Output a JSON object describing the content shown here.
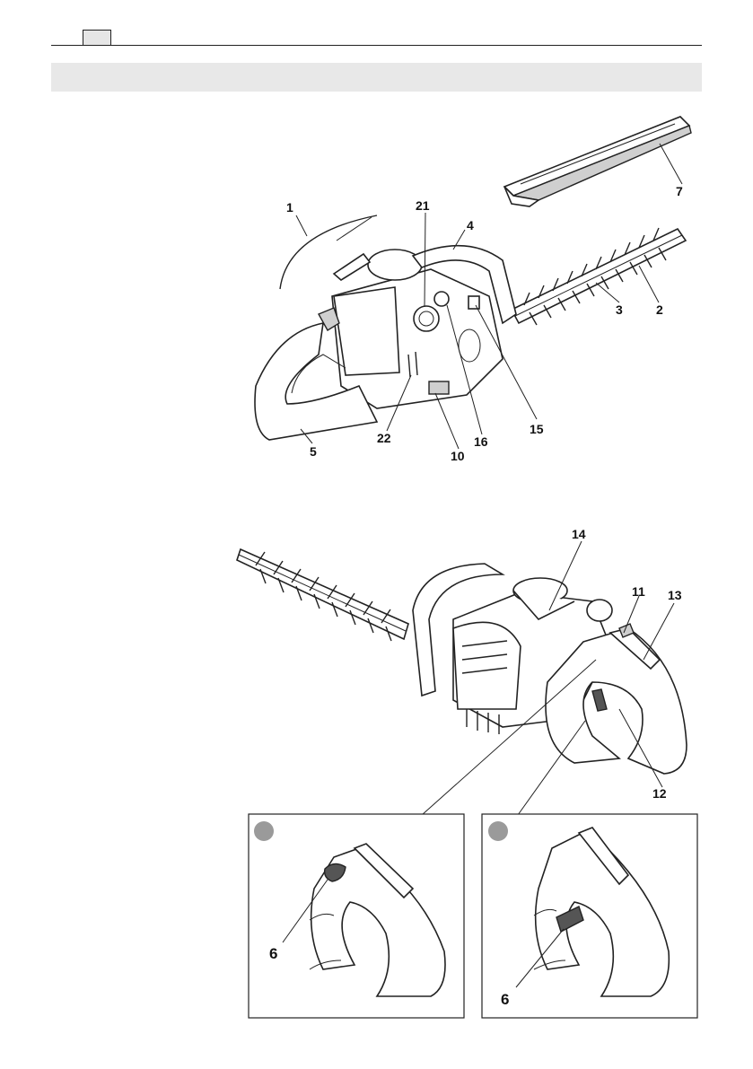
{
  "header": {
    "lang_box": "",
    "section_title": ""
  },
  "figure_top": {
    "callouts": {
      "c1": "1",
      "c2": "2",
      "c3": "3",
      "c4": "4",
      "c5": "5",
      "c7": "7",
      "c10": "10",
      "c15": "15",
      "c16": "16",
      "c21": "21",
      "c22": "22"
    }
  },
  "figure_bottom": {
    "callouts": {
      "c11": "11",
      "c12": "12",
      "c13": "13",
      "c14": "14"
    }
  },
  "detail_left": {
    "callout": "6"
  },
  "detail_right": {
    "callout": "6"
  },
  "colors": {
    "band": "#e8e8e8",
    "line": "#222222",
    "detail_dot": "#9a9a9a"
  }
}
